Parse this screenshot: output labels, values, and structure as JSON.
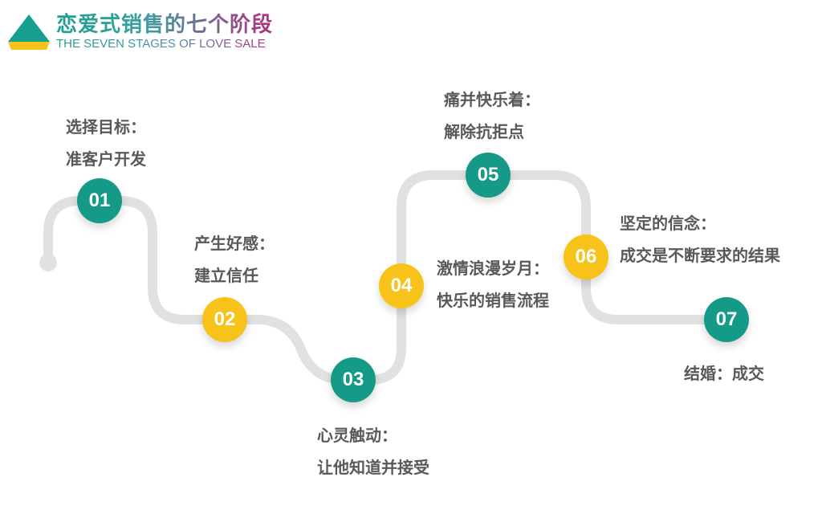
{
  "header": {
    "title": "恋爱式销售的七个阶段",
    "subtitle": "THE SEVEN STAGES OF LOVE SALE"
  },
  "colors": {
    "teal": "#159a88",
    "gold": "#f7c31b",
    "path": "#e1e1e1",
    "text": "#595959"
  },
  "stages": [
    {
      "num": "01",
      "line1": "选择目标：",
      "line2": "准客户开发",
      "color": "teal"
    },
    {
      "num": "02",
      "line1": "产生好感：",
      "line2": "建立信任",
      "color": "gold"
    },
    {
      "num": "03",
      "line1": "心灵触动：",
      "line2": "让他知道并接受",
      "color": "teal"
    },
    {
      "num": "04",
      "line1": "激情浪漫岁月：",
      "line2": "快乐的销售流程",
      "color": "gold"
    },
    {
      "num": "05",
      "line1": "痛并快乐着：",
      "line2": "解除抗拒点",
      "color": "teal"
    },
    {
      "num": "06",
      "line1": "坚定的信念：",
      "line2": "成交是不断要求的结果",
      "color": "gold"
    },
    {
      "num": "07",
      "line1": "结婚：成交",
      "line2": "",
      "color": "teal"
    }
  ]
}
